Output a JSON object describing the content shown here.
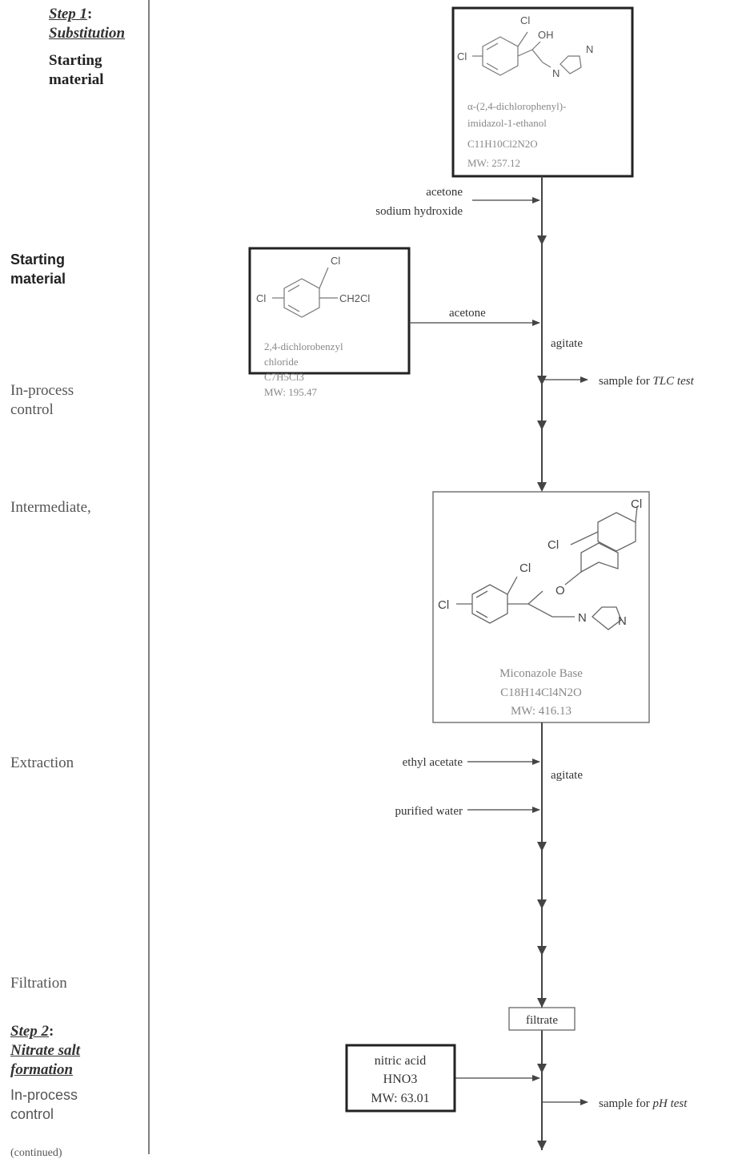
{
  "left_column": {
    "step1_title": "Step 1",
    "step1_colon": ":",
    "step1_name": "Substitution",
    "starting_material_1": [
      "Starting",
      "material"
    ],
    "starting_material_2": [
      "Starting",
      "material"
    ],
    "in_process_control_1": [
      "In-process",
      "control"
    ],
    "intermediate": "Intermediate,",
    "extraction": "Extraction",
    "filtration": "Filtration",
    "step2_title": "Step 2",
    "step2_colon": ":",
    "step2_name": [
      "Nitrate salt",
      "formation"
    ],
    "in_process_control_2": [
      "In-process",
      "control"
    ],
    "continued": "(continued)"
  },
  "boxes": {
    "sm1": {
      "atoms": {
        "cl_top": "Cl",
        "cl_left": "Cl",
        "oh": "OH",
        "n1": "N",
        "n2": "N"
      },
      "lines": [
        "α-(2,4-dichlorophenyl)-",
        "imidazol-1-ethanol",
        "C11H10Cl2N2O",
        "MW: 257.12"
      ]
    },
    "sm2": {
      "atoms": {
        "cl_top": "Cl",
        "cl_left": "Cl",
        "ch2cl": "CH2Cl"
      },
      "lines": [
        "2,4-dichlorobenzyl",
        "chloride",
        "C7H5Cl3",
        "MW: 195.47"
      ]
    },
    "intermediate": {
      "atoms": {
        "cl_a": "Cl",
        "cl_b": "Cl",
        "cl_c": "Cl",
        "cl_d": "Cl",
        "o": "O",
        "n1": "N",
        "n2": "N"
      },
      "lines": [
        "Miconazole Base",
        "C18H14Cl4N2O",
        "MW: 416.13"
      ]
    },
    "filtrate": "filtrate",
    "nitric_acid": [
      "nitric acid",
      "HNO3",
      "MW: 63.01"
    ]
  },
  "annotations": {
    "acetone_1": "acetone",
    "sodium_hydroxide": "sodium hydroxide",
    "acetone_2": "acetone",
    "agitate_1": "agitate",
    "sample_tlc_prefix": "sample for ",
    "sample_tlc_test": "TLC test",
    "ethyl_acetate": "ethyl acetate",
    "agitate_2": "agitate",
    "purified_water": "purified water",
    "sample_ph_prefix": "sample for ",
    "sample_ph_test": "pH test"
  }
}
